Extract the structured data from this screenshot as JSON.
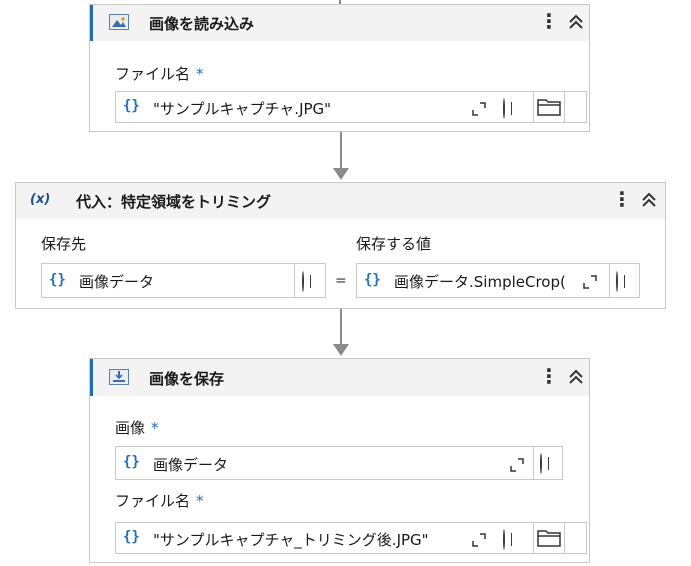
{
  "activity1": {
    "title": "画像を読み込み",
    "field_label": "ファイル名",
    "required_mark": "*",
    "file_value": "\"サンプルキャプチャ.JPG\""
  },
  "activity2": {
    "assign_icon": "(x)",
    "title": "代入：特定領域をトリミング",
    "to_label": "保存先",
    "value_label": "保存する値",
    "to_value": "画像データ",
    "equals": "=",
    "value_value": "画像データ.SimpleCrop("
  },
  "activity3": {
    "title": "画像を保存",
    "image_label": "画像",
    "required_mark": "*",
    "image_value": "画像データ",
    "file_label": "ファイル名",
    "file_value": "\"サンプルキャプチャ_トリミング後.JPG\""
  },
  "common": {
    "brace": "{}",
    "menu_icon": "more-vertical-icon",
    "collapse_icon": "double-chevron-up-icon",
    "expand_icon": "expand-editor-icon",
    "add_icon": "plus-circle-icon",
    "folder_icon": "folder-icon",
    "accent_color": "#1e6fb8"
  }
}
